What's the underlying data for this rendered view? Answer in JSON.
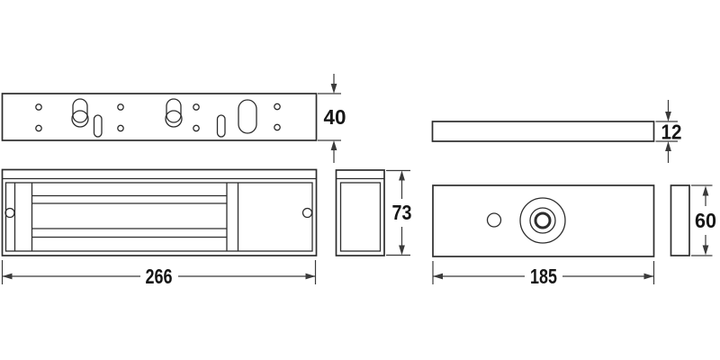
{
  "drawing": {
    "type": "dimensional-technical-drawing",
    "background": "#ffffff",
    "line_color": "#2d2d2d",
    "text_color": "#161616",
    "labels": {
      "magnet_top_height": "40",
      "magnet_length": "266",
      "magnet_front_height": "73",
      "armature_thickness": "12",
      "armature_length": "185",
      "armature_height": "60"
    }
  }
}
